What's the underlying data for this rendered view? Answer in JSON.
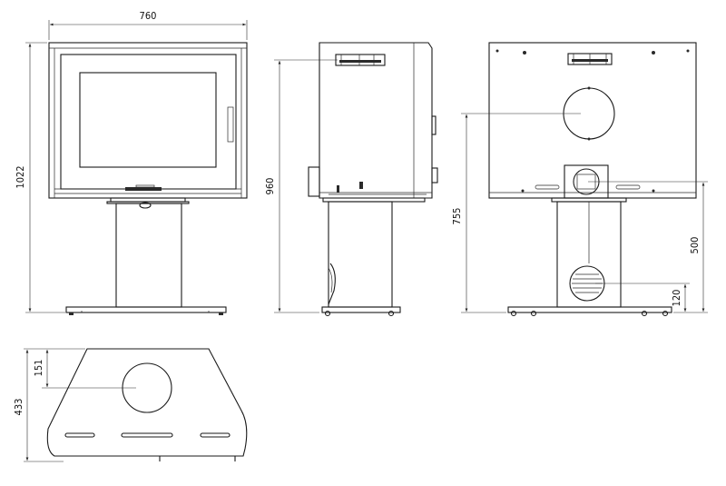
{
  "dimensions": {
    "front_width": "760",
    "front_height": "1022",
    "side_height": "960",
    "rear_flue_height": "755",
    "rear_outlet_height": "500",
    "rear_air_inlet_height": "120",
    "top_depth": "433",
    "top_flue_offset": "151"
  }
}
